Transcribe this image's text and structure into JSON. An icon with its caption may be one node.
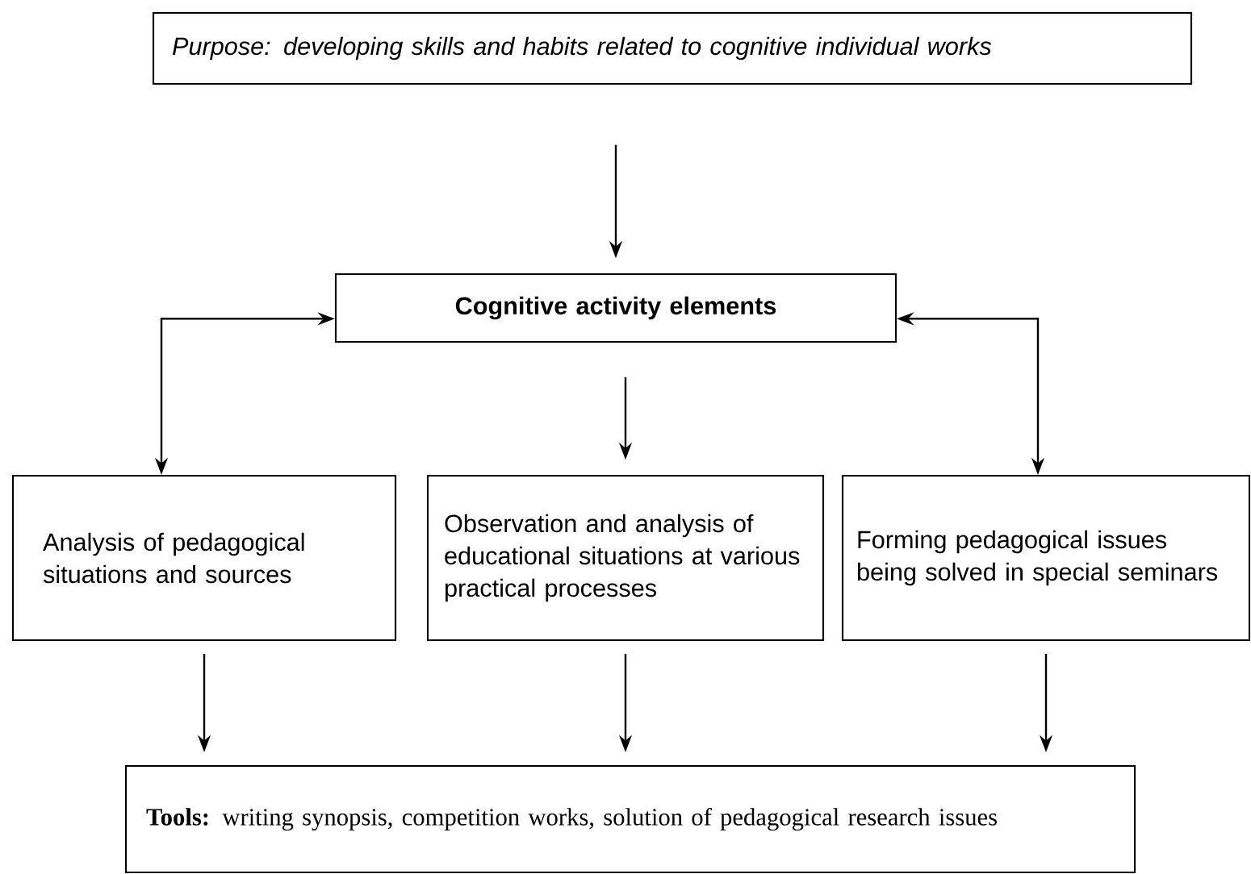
{
  "diagram": {
    "nodes": [
      {
        "text": [
          "Purpose: developing skills and habits related to cognitive individual works"
        ]
      },
      {
        "text": [
          "Cognitive activity elements"
        ]
      },
      {
        "text": [
          "Analysis of pedagogical situations and sources"
        ]
      },
      {
        "text": [
          "Observation and analysis of educational situations at various practical processes"
        ]
      },
      {
        "text": [
          "Forming pedagogical issues being solved in special seminars"
        ]
      },
      {
        "text": [
          "**Tools:**  writing synopsis, competition works, solution of pedagogical research issues"
        ]
      }
    ],
    "edges": [
      {
        "from": 0,
        "to": 1,
        "arrow": "to"
      },
      {
        "from": 1,
        "to": 2,
        "arrow": "both"
      },
      {
        "from": 1,
        "to": 3,
        "arrow": "to"
      },
      {
        "from": 1,
        "to": 4,
        "arrow": "both"
      },
      {
        "from": 2,
        "to": 5,
        "arrow": "to"
      },
      {
        "from": 3,
        "to": 5,
        "arrow": "to"
      },
      {
        "from": 4,
        "to": 5,
        "arrow": "to"
      }
    ]
  }
}
